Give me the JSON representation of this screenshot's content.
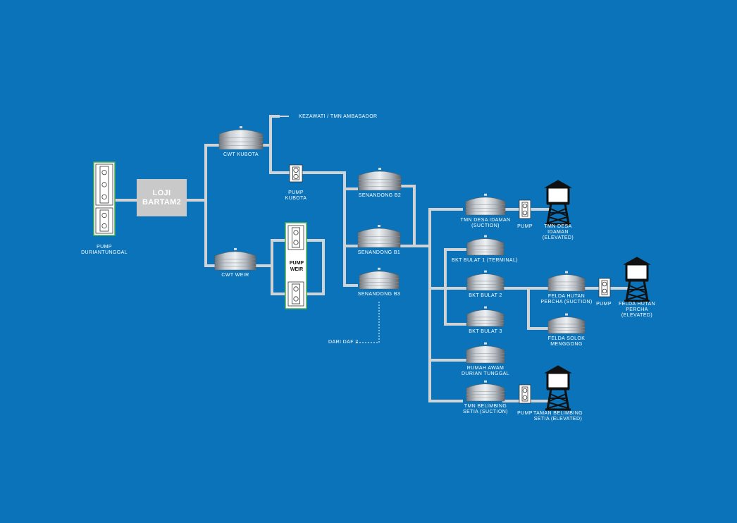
{
  "colors": {
    "background": "#0a73b9",
    "pipe": "#cfd3d6",
    "label": "#ffffff",
    "pump_frame": "#4caf50"
  },
  "plant": {
    "label": "LOJI\nBARTAM2"
  },
  "labels": {
    "pump_duriantunggal": "PUMP\nDURIANTUNGGAL",
    "cwt_kubota": "CWT KUBOTA",
    "cwt_weir": "CWT WEIR",
    "kezawati": "KEZAWATI / TMN AMBASADOR",
    "pump_kubota": "PUMP\nKUBOTA",
    "pump_weir": "PUMP\nWEIR",
    "senandong_b2": "SENANDONG B2",
    "senandong_b1": "SENANDONG B1",
    "senandong_b3": "SENANDONG B3",
    "dari_daf2": "DARI DAF 2",
    "tmn_desa_idaman_suction": "TMN DESA IDAMAN\n(SUCTION)",
    "pump_idaman": "PUMP",
    "tmn_desa_idaman_elevated": "TMN DESA\nIDAMAN\n(ELEVATED)",
    "bkt_bulat_1": "BKT BULAT 1 (TERMINAL)",
    "bkt_bulat_2": "BKT BULAT 2",
    "bkt_bulat_3": "BKT BULAT 3",
    "felda_hutan_percha_suction": "FELDA HUTAN\nPERCHA (SUCTION)",
    "pump_percha": "PUMP",
    "felda_hutan_percha_elevated": "FELDA HUTAN\nPERCHA\n(ELEVATED)",
    "felda_solok_menggong": "FELDA SOLOK\nMENGGONG",
    "rumah_awam": "RUMAH AWAM\nDURIAN TUNGGAL",
    "tmn_belimbing_suction": "TMN BELIMBING\nSETIA (SUCTION)",
    "pump_belimbing": "PUMP",
    "taman_belimbing_elevated": "TAMAN BELIMBING\nSETIA (ELEVATED)"
  },
  "tank_ids": [
    "cwt_kubota",
    "cwt_weir",
    "senandong_b2",
    "senandong_b1",
    "senandong_b3",
    "tmn_desa_idaman",
    "bkt_bulat_1",
    "bkt_bulat_2",
    "bkt_bulat_3",
    "felda_hutan_percha",
    "felda_solok_menggong",
    "rumah_awam",
    "tmn_belimbing"
  ],
  "pump_ids": [
    "pump_kubota",
    "pump_idaman",
    "pump_percha",
    "pump_belimbing",
    "pump_duriantunggal_a",
    "pump_duriantunggal_b",
    "pump_weir_a",
    "pump_weir_b"
  ],
  "tower_ids": [
    "tmn_desa_idaman_elevated",
    "felda_hutan_percha_elevated",
    "taman_belimbing_elevated"
  ]
}
